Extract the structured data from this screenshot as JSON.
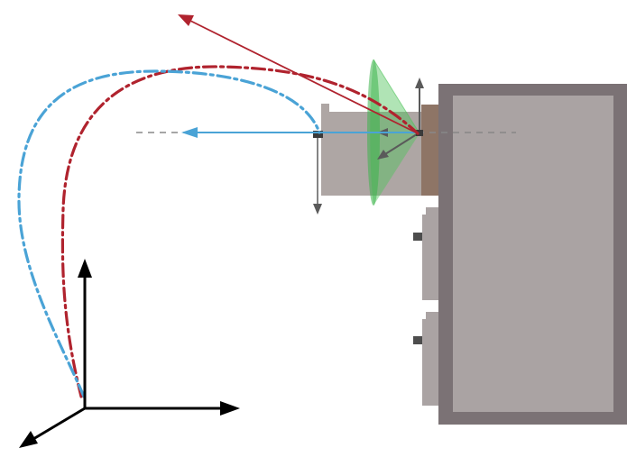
{
  "diagram": {
    "colors": {
      "background": "#ffffff",
      "trajectory_red": "#b0232e",
      "trajectory_blue": "#4aa3d6",
      "cone_green": "#4fc35a",
      "machine_frame": "#7b7275",
      "machine_fill": "#aaa3a3",
      "slot_fill": "#aaa3a3",
      "tool_body": "#aea6a4",
      "tool_flange": "#8e7566",
      "pose_axes": "#5a5a5a",
      "reference_axes": "#000000",
      "marker": "#4d4d4d",
      "centerline": "#888888"
    },
    "parts": [
      "world-frame",
      "red-trajectory",
      "blue-trajectory",
      "machine-housing",
      "docking-slots",
      "tool-body",
      "tool-flange",
      "tool-pose-axes",
      "approach-cone",
      "red-approach-vector",
      "blue-approach-vector",
      "insertion-centerline"
    ]
  }
}
